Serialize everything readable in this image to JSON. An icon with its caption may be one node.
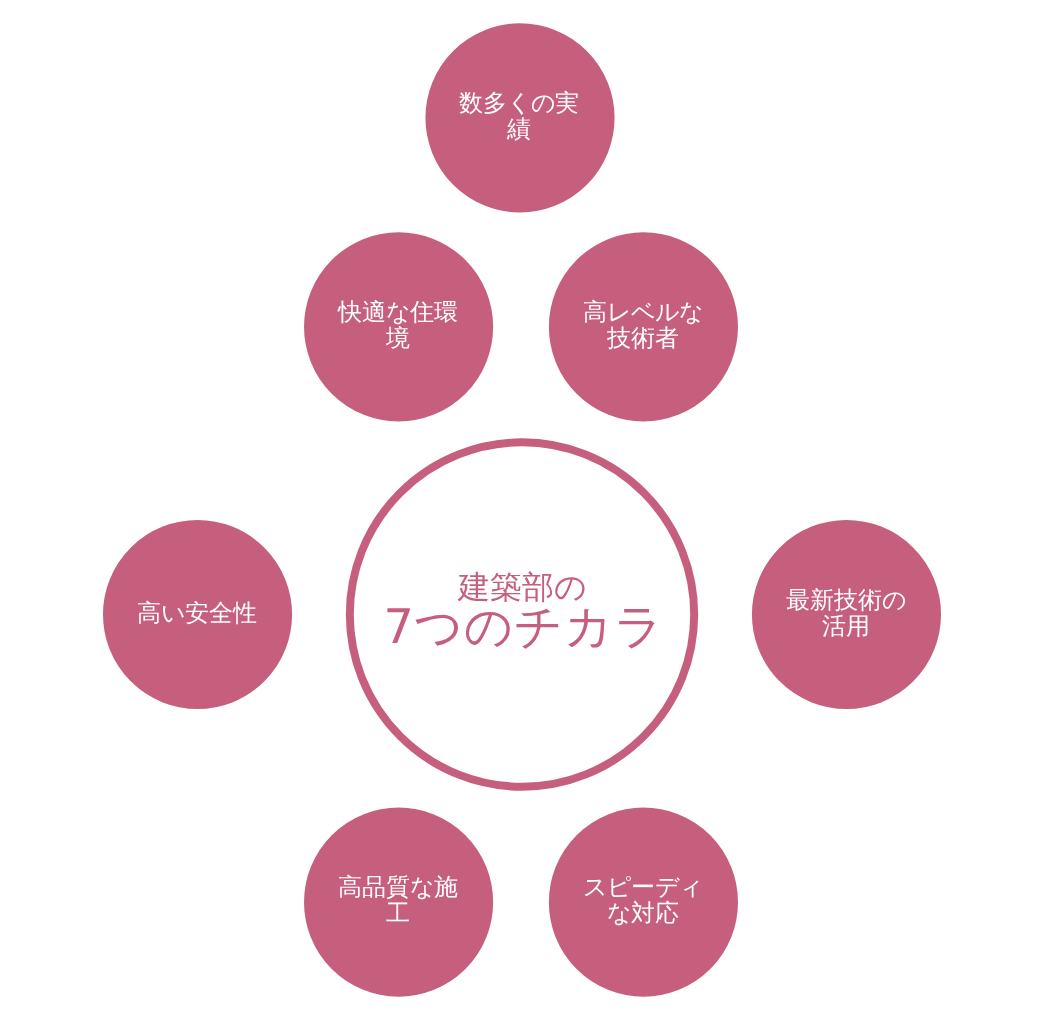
{
  "diagram": {
    "nodes": [
      {
        "text": [
          "建築部の",
          "7つのチカラ"
        ]
      },
      {
        "text": [
          "数多くの実績"
        ]
      },
      {
        "text": [
          "高レベルな技術者"
        ]
      },
      {
        "text": [
          "最新技術の活用"
        ]
      },
      {
        "text": [
          "スピーディな対応"
        ]
      },
      {
        "text": [
          "高品質な施工"
        ]
      },
      {
        "text": [
          "高い安全性"
        ]
      },
      {
        "text": [
          "快適な住環境"
        ]
      }
    ]
  }
}
